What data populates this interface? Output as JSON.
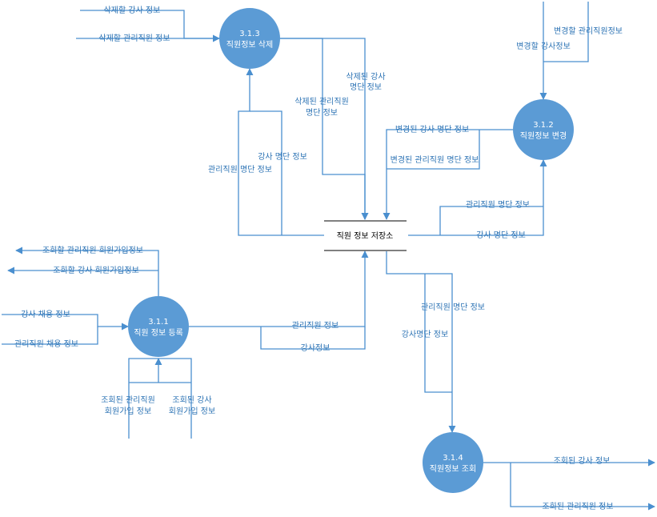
{
  "processes": {
    "p313": {
      "number": "3.1.3",
      "name": "직원정보 삭제"
    },
    "p312": {
      "number": "3.1.2",
      "name": "직원정보 변경"
    },
    "p311": {
      "number": "3.1.1",
      "name": "직원 정보 등록"
    },
    "p314": {
      "number": "3.1.4",
      "name": "직원정보 조회"
    }
  },
  "store": {
    "name": "직원 정보 저장소"
  },
  "flows": {
    "delete_lecturer_info": "삭제할 강사 정보",
    "delete_admin_info": "삭제할 관리직원 정보",
    "deleted_lecturer_list": [
      "삭제된 강사",
      "명단 정보"
    ],
    "deleted_admin_list": [
      "삭제된 관리직원",
      "명단 정보"
    ],
    "lecturer_list_to_313": "강사 명단 정보",
    "admin_list_to_313": "관리직원 명단 정보",
    "change_admin_info": "변경할 관리직원정보",
    "change_lecturer_info": "변경할 강사정보",
    "changed_lecturer_list": "변경된 강사 명단 정보",
    "changed_admin_list": "변경된 관리직원 명단 정보",
    "admin_list_to_312": "관리직원 명단 정보",
    "lecturer_list_to_312": "강사 명단 정보",
    "query_admin_signup": "조회할 관리직원 회원가입정보",
    "query_lecturer_signup": "조회할 강사 회원가입정보",
    "lecturer_hire_info": "강사 채용 정보",
    "admin_hire_info": "관리직원 채용 정보",
    "admin_to_store": "관리직원 정보",
    "lecturer_to_store": "강사정보",
    "queried_admin_signup": [
      "조회된 관리직원",
      "회원가입 정보"
    ],
    "queried_lecturer_signup": [
      "조회된 강사",
      "회원가입 정보"
    ],
    "admin_list_to_314": "관리직원 명단 정보",
    "lecturer_list_to_314": "강사명단 정보",
    "queried_lecturer_info": "조회된 강사 정보",
    "queried_admin_info": "조회된 관리직원 정보"
  },
  "colors": {
    "process_fill": "#5b9bd5",
    "line": "#4a8fcf",
    "label": "#2e74b5",
    "store_text": "#000000",
    "background": "#ffffff"
  }
}
